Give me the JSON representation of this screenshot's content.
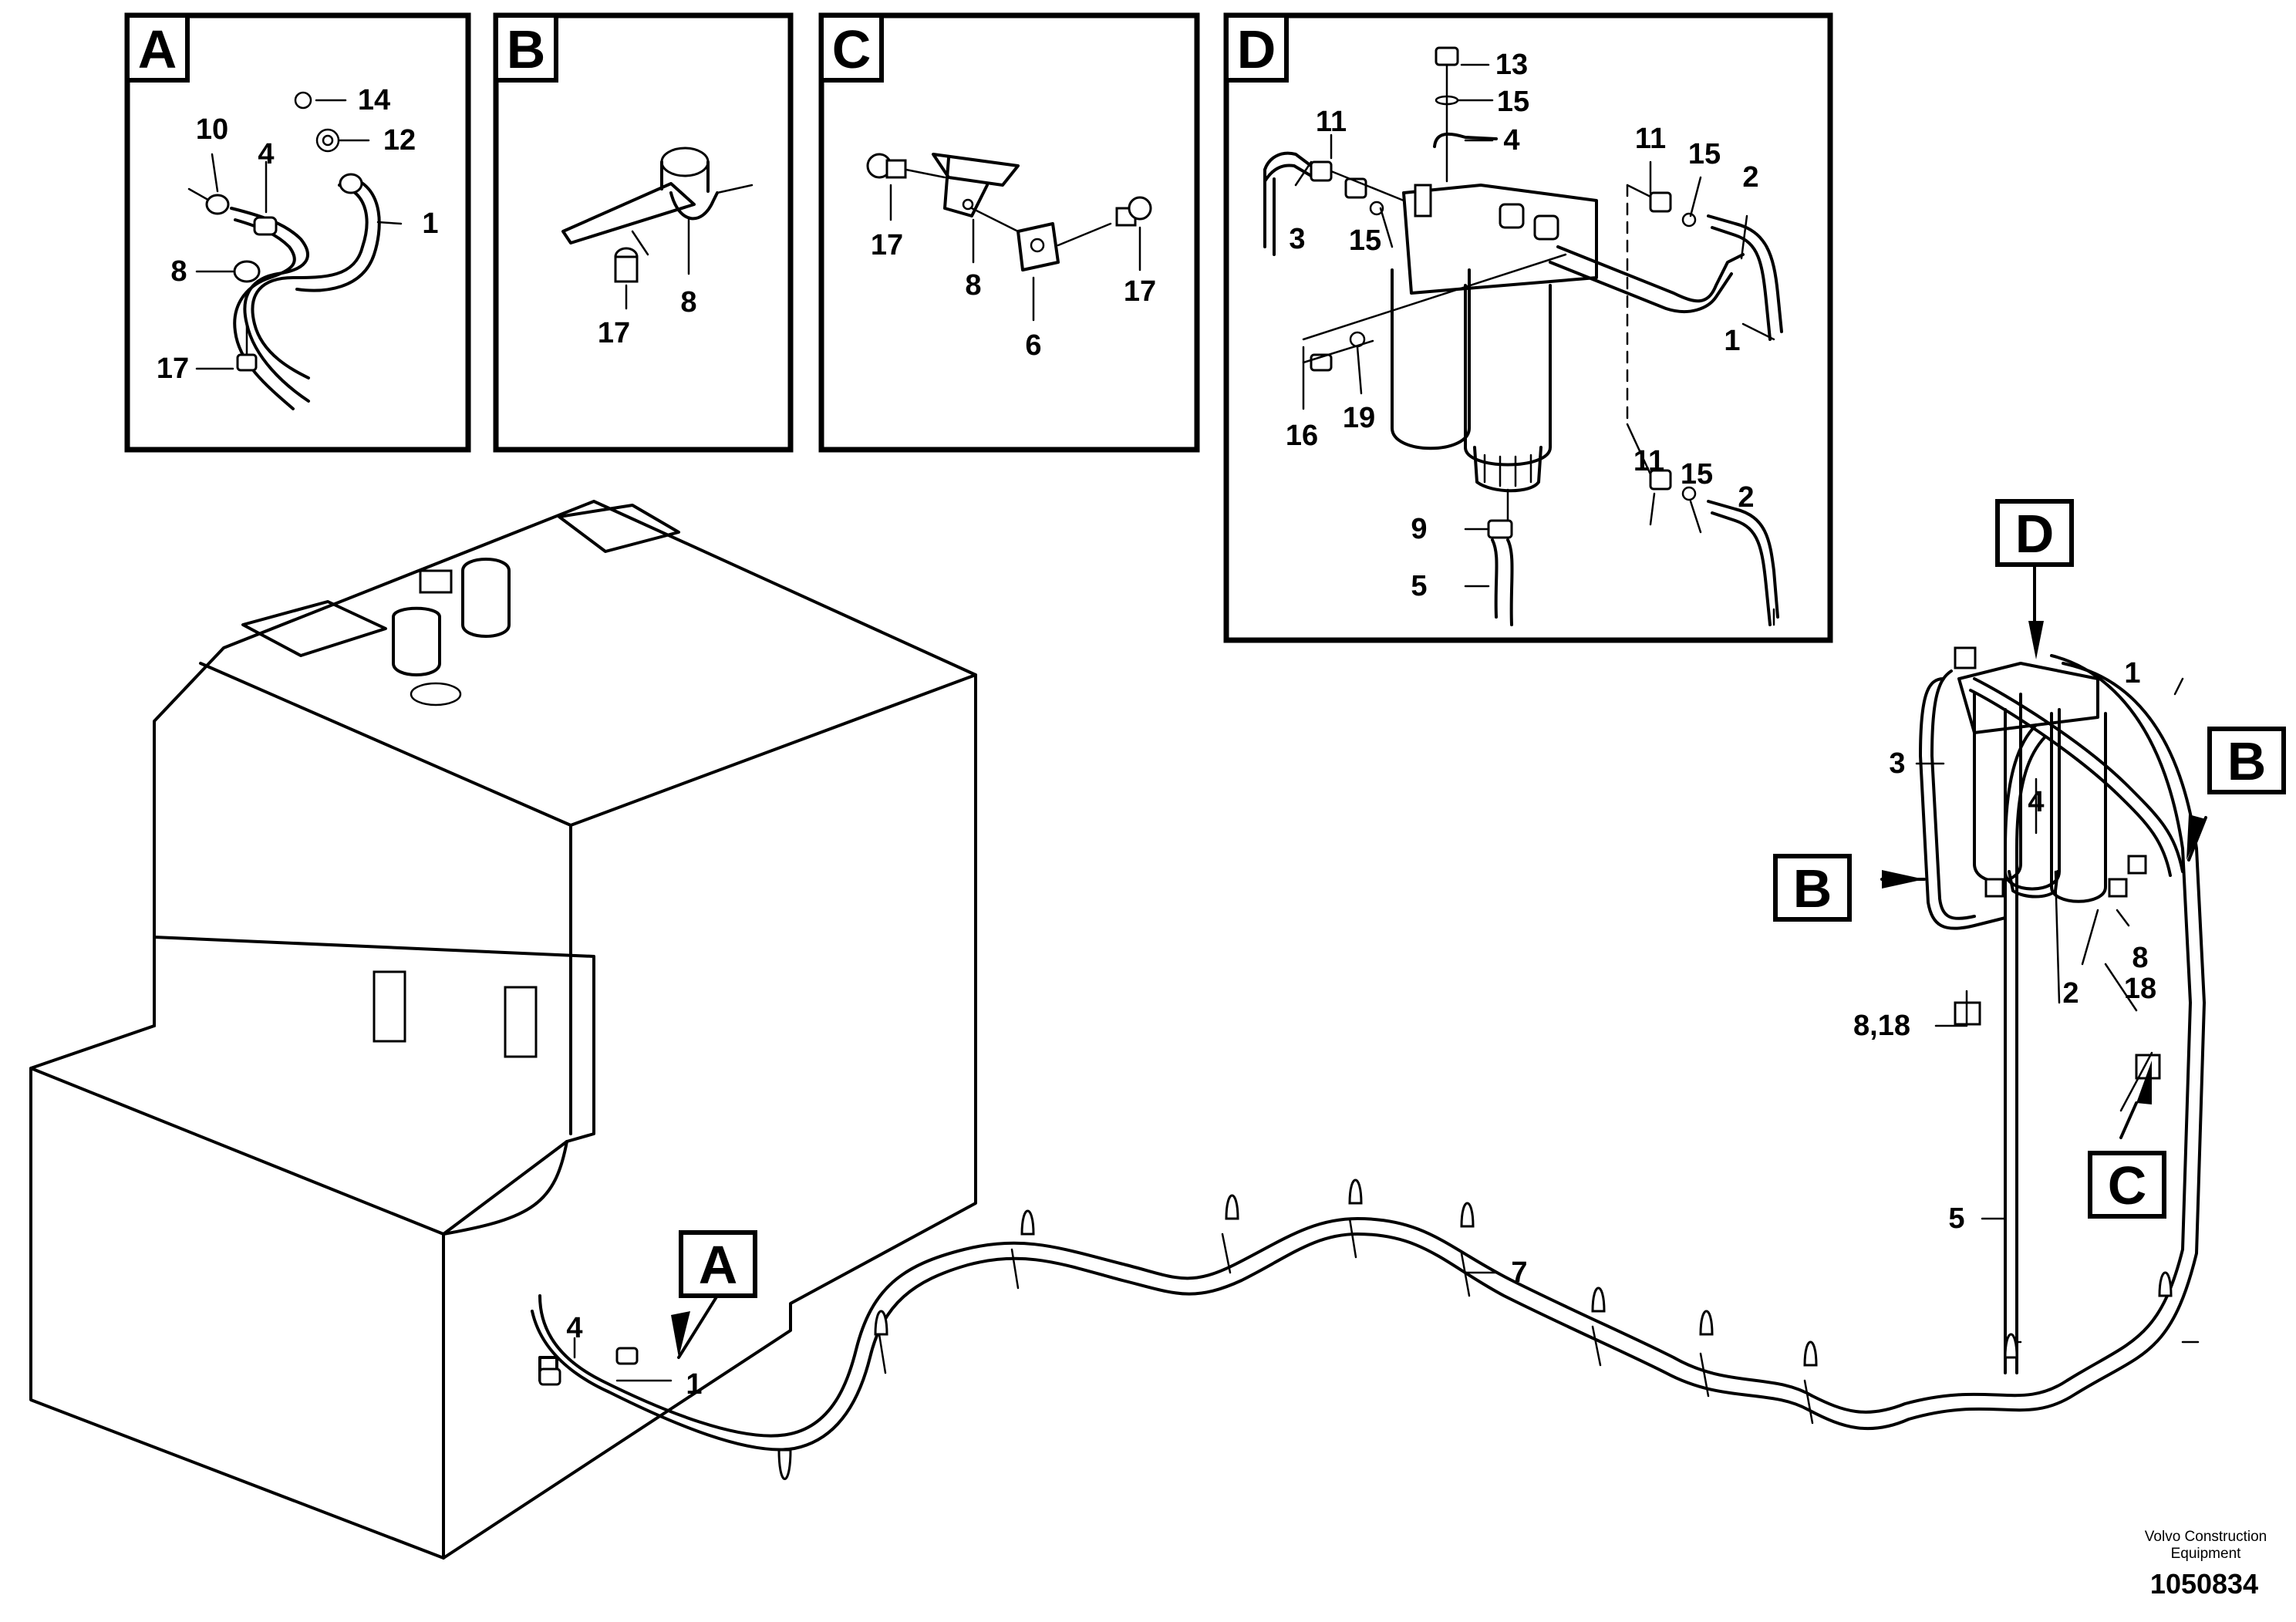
{
  "detail_panels": [
    {
      "id": "A",
      "letter": "A"
    },
    {
      "id": "B",
      "letter": "B"
    },
    {
      "id": "C",
      "letter": "C"
    },
    {
      "id": "D",
      "letter": "D"
    }
  ],
  "callouts": {
    "a": [
      "14",
      "12",
      "10",
      "4",
      "1",
      "8",
      "17"
    ],
    "b": [
      "17",
      "8"
    ],
    "c": [
      "17",
      "8",
      "6",
      "17"
    ],
    "d": [
      "13",
      "15",
      "4",
      "11",
      "3",
      "15",
      "11",
      "15",
      "2",
      "1",
      "16",
      "19",
      "11",
      "15",
      "2",
      "9",
      "5"
    ],
    "main": [
      "4",
      "1",
      "7",
      "1",
      "3",
      "4",
      "2",
      "8",
      "18",
      "8,18",
      "5"
    ]
  },
  "main_tags": [
    "A",
    "D",
    "B",
    "B",
    "C"
  ],
  "credit": [
    "Volvo Construction",
    "Equipment"
  ],
  "doc_number": "1050834"
}
